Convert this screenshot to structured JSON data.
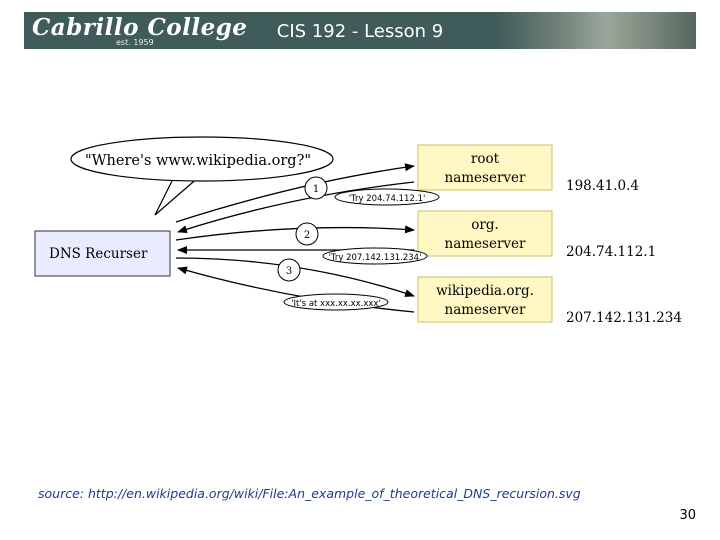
{
  "header": {
    "logo_text": "Cabrillo College",
    "logo_est": "est. 1959",
    "title": "CIS 192 - Lesson 9"
  },
  "diagram": {
    "question_bubble": "\"Where's www.wikipedia.org?\"",
    "recurser_label": "DNS Recurser",
    "servers": [
      {
        "line1": "root",
        "line2": "nameserver",
        "ip": "198.41.0.4"
      },
      {
        "line1": "org.",
        "line2": "nameserver",
        "ip": "204.74.112.1"
      },
      {
        "line1": "wikipedia.org.",
        "line2": "nameserver",
        "ip": "207.142.131.234"
      }
    ],
    "steps": [
      "1",
      "2",
      "3"
    ],
    "replies": [
      "'Try 204.74.112.1'",
      "'Try 207.142.131.234'",
      "'It's at xxx.xx.xx.xxx'"
    ]
  },
  "source_text": "source:  http://en.wikipedia.org/wiki/File:An_example_of_theoretical_DNS_recursion.svg",
  "page_number": "30",
  "colors": {
    "banner": "#3f5b5a",
    "server_fill": "#fff8c4",
    "recurser_fill": "#e9ecff",
    "source_text": "#1f3a8f"
  }
}
